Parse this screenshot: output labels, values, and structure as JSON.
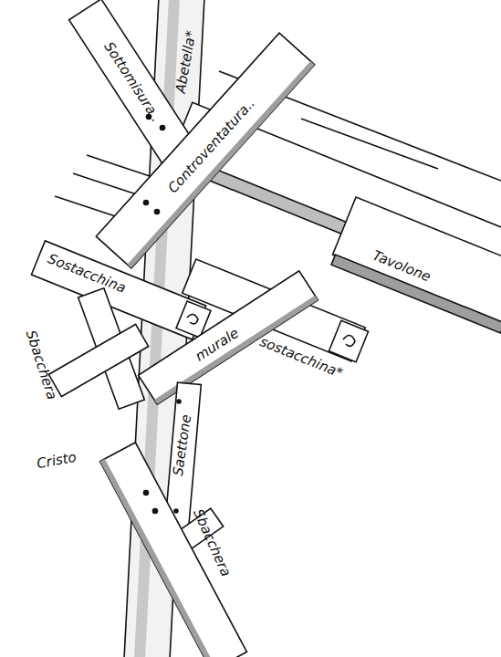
{
  "diagram": {
    "labels": [
      "Sottomisura..",
      "Abetella*",
      "Controventatura..",
      "Tavolone",
      "Sostacchina",
      "Sbacchera",
      "murale",
      "sostacchina*",
      "Cristo",
      "Saettone",
      "Sbacchera"
    ]
  }
}
